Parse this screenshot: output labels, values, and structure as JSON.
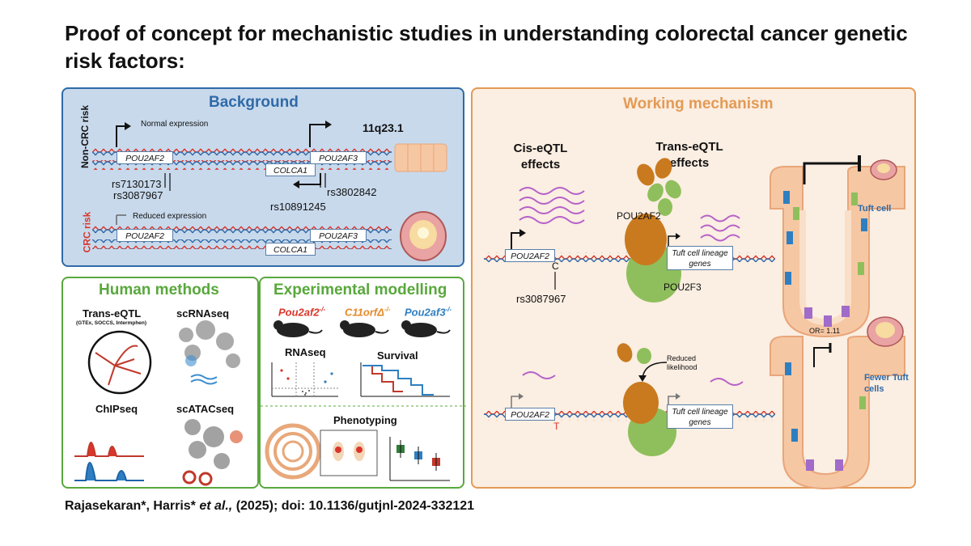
{
  "title": "Proof of concept for mechanistic studies in understanding colorectal cancer genetic risk factors:",
  "background": {
    "heading": "Background",
    "non_crc_label": "Non-CRC risk",
    "crc_label": "CRC risk",
    "normal_expression": "Normal expression",
    "reduced_expression": "Reduced expression",
    "locus": "11q23.1",
    "genes": {
      "pou2af2": "POU2AF2",
      "pou2af3": "POU2AF3",
      "colca1": "COLCA1"
    },
    "snps": {
      "rs7130173": "rs7130173",
      "rs3087967": "rs3087967",
      "rs10891245": "rs10891245",
      "rs3802842": "rs3802842"
    }
  },
  "human_methods": {
    "heading": "Human methods",
    "trans_eqtl": "Trans-eQTL",
    "trans_eqtl_sub": "(GTEx, SOCCS, Intermphen)",
    "scrnaseq": "scRNAseq",
    "chipseq": "ChIPseq",
    "scatacseq": "scATACseq"
  },
  "experimental_modelling": {
    "heading": "Experimental modelling",
    "mice": [
      {
        "gene": "Pou2af2",
        "sup": "-/-",
        "color": "#d9362b"
      },
      {
        "gene": "C11orfΔ",
        "sup": "-/-",
        "color": "#e58a2a"
      },
      {
        "gene": "Pou2af3",
        "sup": "-/-",
        "color": "#2f7fc0"
      }
    ],
    "rnaseq": "RNAseq",
    "survival": "Survival",
    "phenotyping": "Phenotyping"
  },
  "working_mechanism": {
    "heading": "Working mechanism",
    "cis_label": "Cis-eQTL effects",
    "trans_label": "Trans-eQTL effects",
    "pou2af2_protein": "POU2AF2",
    "pou2f3_protein": "POU2F3",
    "gene_box": "POU2AF2",
    "allele_c": "C",
    "allele_t": "T",
    "snp": "rs3087967",
    "tuft_genes": "Tuft cell lineage genes",
    "tuft_cell": "Tuft cell",
    "reduced_likelihood": "Reduced likelihood",
    "or_label": "OR= 1.11",
    "fewer_tuft": "Fewer Tuft cells"
  },
  "citation": {
    "authors": "Rajasekaran*,  Harris*",
    "etal": "et al.,",
    "rest": "(2025); doi: 10.1136/gutjnl-2024-332121"
  },
  "colors": {
    "background_blue": "#2f6aa8",
    "method_green": "#58a83c",
    "mechanism_orange": "#e39a55",
    "risk_red": "#d9362b"
  }
}
